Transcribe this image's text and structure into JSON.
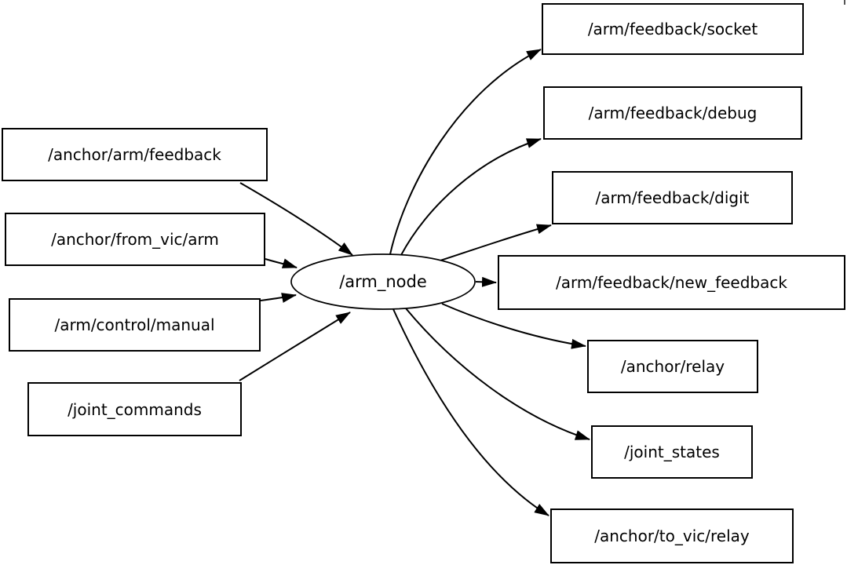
{
  "diagram": {
    "type": "node-graph",
    "background_color": "#ffffff",
    "stroke_color": "#000000",
    "text_color": "#000000",
    "node": {
      "label": "/arm_node"
    },
    "inputs": [
      {
        "label": "/anchor/arm/feedback"
      },
      {
        "label": "/anchor/from_vic/arm"
      },
      {
        "label": "/arm/control/manual"
      },
      {
        "label": "/joint_commands"
      }
    ],
    "outputs": [
      {
        "label": "/arm/feedback/socket"
      },
      {
        "label": "/arm/feedback/debug"
      },
      {
        "label": "/arm/feedback/digit"
      },
      {
        "label": "/arm/feedback/new_feedback"
      },
      {
        "label": "/anchor/relay"
      },
      {
        "label": "/joint_states"
      },
      {
        "label": "/anchor/to_vic/relay"
      }
    ],
    "edges": [
      {
        "from": "/anchor/arm/feedback",
        "to": "/arm_node"
      },
      {
        "from": "/anchor/from_vic/arm",
        "to": "/arm_node"
      },
      {
        "from": "/arm/control/manual",
        "to": "/arm_node"
      },
      {
        "from": "/joint_commands",
        "to": "/arm_node"
      },
      {
        "from": "/arm_node",
        "to": "/arm/feedback/socket"
      },
      {
        "from": "/arm_node",
        "to": "/arm/feedback/debug"
      },
      {
        "from": "/arm_node",
        "to": "/arm/feedback/digit"
      },
      {
        "from": "/arm_node",
        "to": "/arm/feedback/new_feedback"
      },
      {
        "from": "/arm_node",
        "to": "/anchor/relay"
      },
      {
        "from": "/arm_node",
        "to": "/joint_states"
      },
      {
        "from": "/arm_node",
        "to": "/anchor/to_vic/relay"
      }
    ]
  }
}
